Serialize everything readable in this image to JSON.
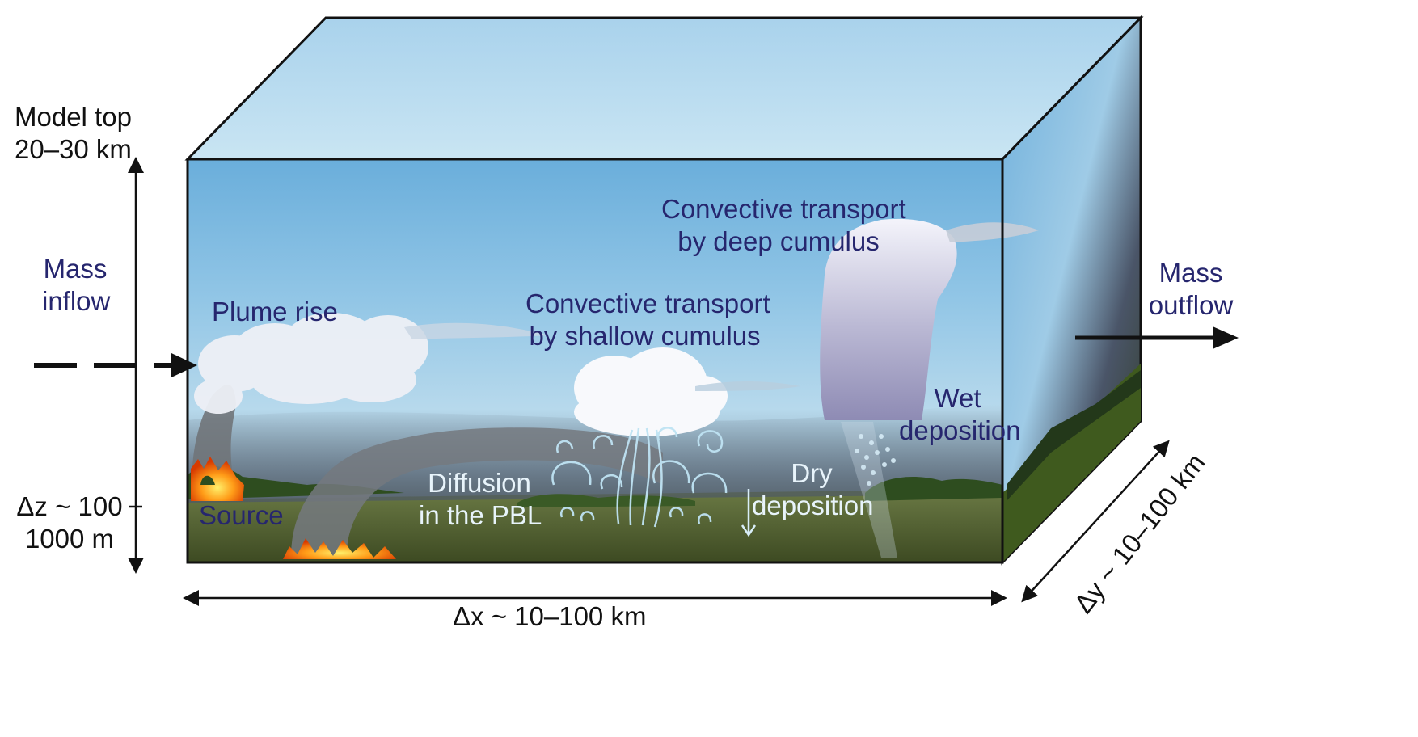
{
  "labels": {
    "model_top": [
      "Model top",
      "20–30 km"
    ],
    "mass_inflow": [
      "Mass",
      "inflow"
    ],
    "mass_outflow": [
      "Mass",
      "outflow"
    ],
    "dz": [
      "Δz ~ 100",
      "1000 m"
    ],
    "dx": "Δx ~ 10–100 km",
    "dy": "Δy ~ 10–100 km",
    "plume_rise": "Plume rise",
    "source": "Source",
    "shallow_cumulus": [
      "Convective transport",
      "by shallow cumulus"
    ],
    "deep_cumulus": [
      "Convective transport",
      "by deep cumulus"
    ],
    "diffusion": [
      "Diffusion",
      "in the PBL"
    ],
    "dry_deposition": [
      "Dry",
      "deposition"
    ],
    "wet_deposition": [
      "Wet",
      "deposition"
    ]
  },
  "colors": {
    "label_dark": "#111111",
    "label_navy": "#26266e",
    "label_light": "#e8f4fb",
    "sky_top": "#b9dcef",
    "sky_bottom": "#66acd5",
    "ground": "#4f5e2c",
    "smoke": "#6f7378",
    "fire": "#ff7a12"
  },
  "icons": [
    "fire-icon",
    "tree-icon",
    "cloud-icon",
    "rain-icon",
    "eddy-icon",
    "arrow-icon"
  ]
}
